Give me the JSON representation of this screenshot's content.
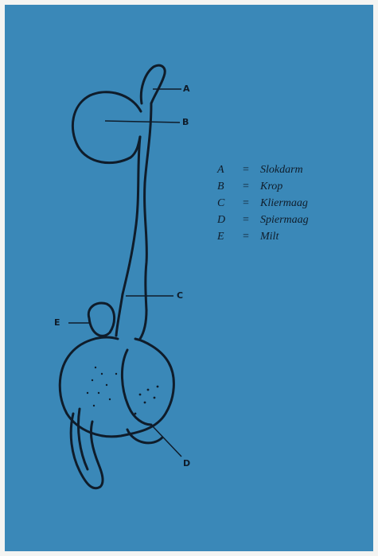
{
  "colors": {
    "frame_background": "#3a88b8",
    "ink": "#0f1c2a",
    "page_border": "#f4f4f2"
  },
  "diagram": {
    "parts": [
      {
        "letter": "A",
        "name": "Slokdarm"
      },
      {
        "letter": "B",
        "name": "Krop"
      },
      {
        "letter": "C",
        "name": "Kliermaag"
      },
      {
        "letter": "D",
        "name": "Spiermaag"
      },
      {
        "letter": "E",
        "name": "Milt"
      }
    ],
    "legend_separator": "="
  }
}
